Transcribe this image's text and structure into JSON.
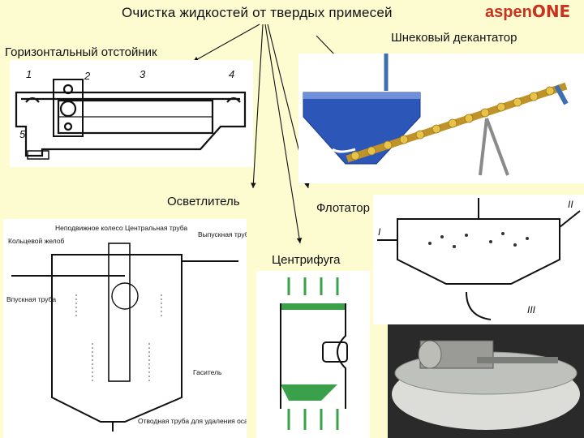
{
  "header": {
    "title": "Очистка жидкостей от твердых примесей",
    "logo_text": "aspen",
    "logo_suffix": "ONE"
  },
  "labels": {
    "horizontal_settler": "Горизонтальный отстойник",
    "screw_decanter": "Шнековый декантатор",
    "clarifier": "Осветлитель",
    "flotator": "Флотатор",
    "centrifuge": "Центрифуга"
  },
  "settler_callouts": [
    "1",
    "2",
    "3",
    "4",
    "5"
  ],
  "clarifier_callouts": {
    "fixed_wheel": "Неподвижное колесо",
    "central_pipe": "Центральная труба",
    "ring_trough": "Кольцевой желоб",
    "outlet_pipe": "Выпускная труба",
    "inlet_pipe": "Впускная труба",
    "damper": "Гаситель",
    "drain_pipe": "Отводная труба для удаления осадка"
  },
  "flotator_callouts": [
    "I",
    "II",
    "III"
  ],
  "colors": {
    "background": "#fdfbd0",
    "decanter_blue": "#2c56b8",
    "screw_gold": "#d9b03a",
    "centrifuge_green": "#3aa04a",
    "logo_red": "#c8321f"
  }
}
